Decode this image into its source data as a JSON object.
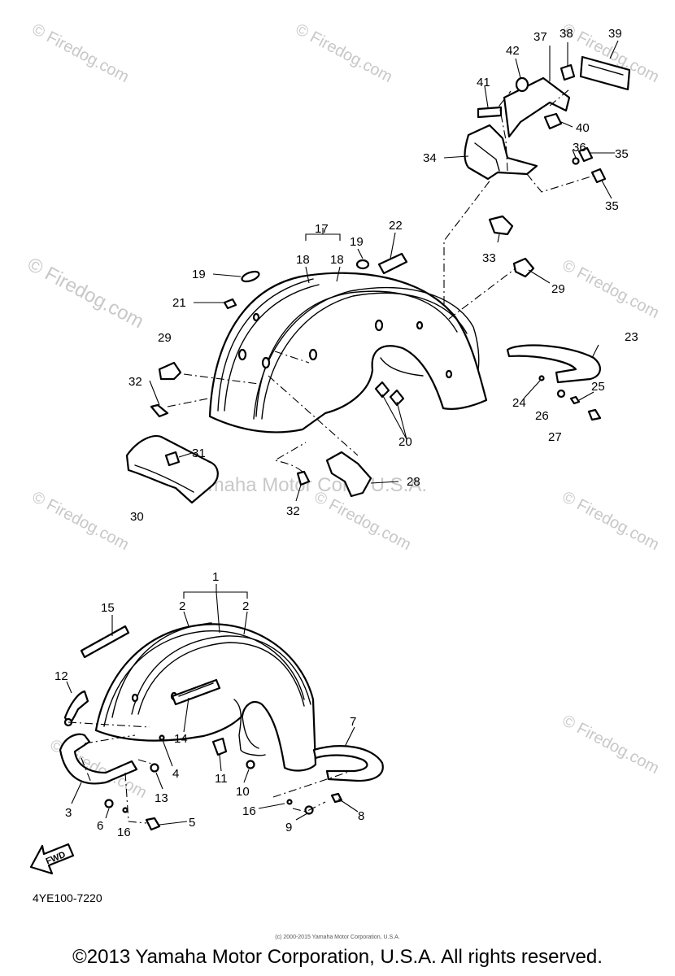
{
  "diagram_code": "4YE100-7220",
  "fwd_label": "FWD",
  "watermarks": {
    "firedog": "© Firedog.com",
    "yamaha": "Yamaha Motor Corp, U.S.A."
  },
  "fine_print": "(c) 2000-2015 Yamaha Motor Corporation, U.S.A.",
  "copyright": "©2013 Yamaha Motor Corporation, U.S.A. All rights reserved.",
  "callouts": {
    "c1": "1",
    "c2a": "2",
    "c2b": "2",
    "c3": "3",
    "c4": "4",
    "c5": "5",
    "c6": "6",
    "c7": "7",
    "c8": "8",
    "c9": "9",
    "c10": "10",
    "c11": "11",
    "c12": "12",
    "c13": "13",
    "c14": "14",
    "c15": "15",
    "c16a": "16",
    "c16b": "16",
    "c17": "17",
    "c18a": "18",
    "c18b": "18",
    "c19a": "19",
    "c19b": "19",
    "c20": "20",
    "c21": "21",
    "c22": "22",
    "c23": "23",
    "c24": "24",
    "c25": "25",
    "c26": "26",
    "c27": "27",
    "c28": "28",
    "c29a": "29",
    "c29b": "29",
    "c30": "30",
    "c31": "31",
    "c32a": "32",
    "c32b": "32",
    "c33": "33",
    "c34": "34",
    "c35a": "35",
    "c35b": "35",
    "c36": "36",
    "c37": "37",
    "c38": "38",
    "c39": "39",
    "c40": "40",
    "c41": "41",
    "c42": "42"
  }
}
